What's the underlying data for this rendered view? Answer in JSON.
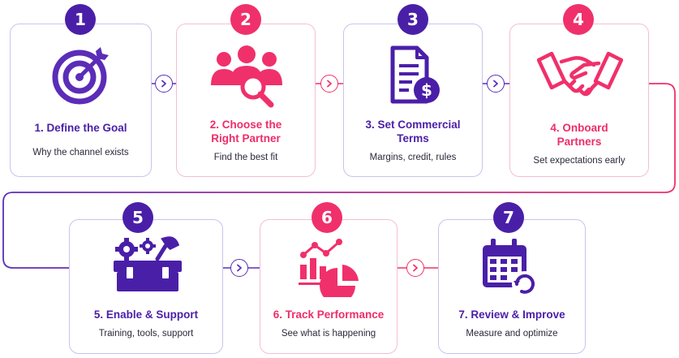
{
  "steps": [
    {
      "number": "1",
      "title": "1. Define the Goal",
      "description": "Why the channel exists",
      "icon": "target-icon",
      "accent": "#4a1fa8"
    },
    {
      "number": "2",
      "title_line1": "2. Choose the",
      "title_line2": "Right Partner",
      "description": "Find the best fit",
      "icon": "partner-search-icon",
      "accent": "#f0306b"
    },
    {
      "number": "3",
      "title_line1": "3. Set Commercial",
      "title_line2": "Terms",
      "description": "Margins, credit, rules",
      "icon": "document-dollar-icon",
      "accent": "#4a1fa8"
    },
    {
      "number": "4",
      "title_line1": "4. Onboard",
      "title_line2": "Partners",
      "description": "Set expectations early",
      "icon": "handshake-icon",
      "accent": "#f0306b"
    },
    {
      "number": "5",
      "title": "5. Enable & Support",
      "description": "Training, tools, support",
      "icon": "toolbox-icon",
      "accent": "#4a1fa8"
    },
    {
      "number": "6",
      "title": "6. Track Performance",
      "description": "See what is happening",
      "icon": "analytics-icon",
      "accent": "#f0306b"
    },
    {
      "number": "7",
      "title": "7. Review & Improve",
      "description": "Measure and optimize",
      "icon": "calendar-refresh-icon",
      "accent": "#4a1fa8"
    }
  ],
  "colors": {
    "purple": "#4a1fa8",
    "pink": "#f0306b"
  }
}
